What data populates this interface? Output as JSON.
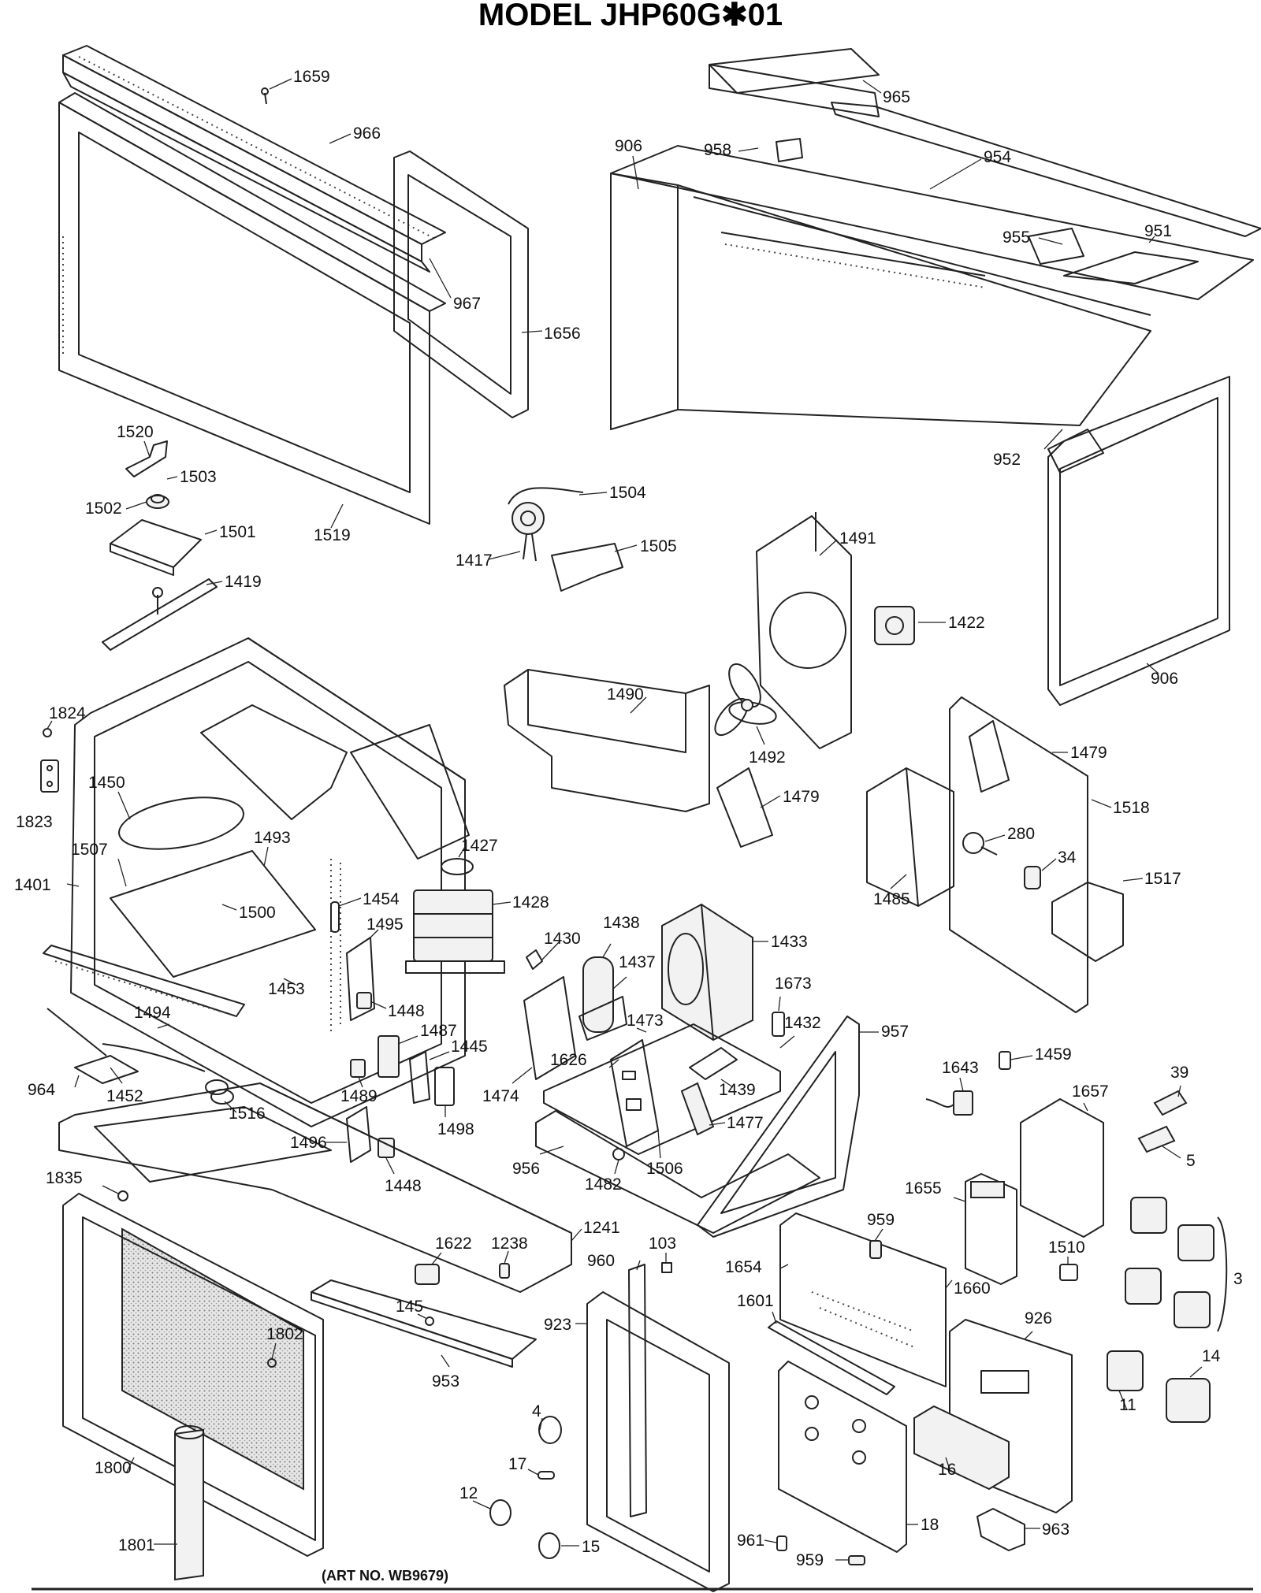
{
  "header": {
    "model_title": "MODEL JHP60G✱01"
  },
  "footer": {
    "art_number": "(ART NO. WB9679)"
  },
  "callouts": {
    "p1659": "1659",
    "p966": "966",
    "p1656": "1656",
    "p967": "967",
    "p965": "965",
    "p906a": "906",
    "p958": "958",
    "p954": "954",
    "p955": "955",
    "p951": "951",
    "p952": "952",
    "p906b": "906",
    "p1520": "1520",
    "p1503": "1503",
    "p1502": "1502",
    "p1501": "1501",
    "p1419": "1419",
    "p1519": "1519",
    "p1504": "1504",
    "p1417": "1417",
    "p1505": "1505",
    "p1491": "1491",
    "p1422": "1422",
    "p1490": "1490",
    "p1492": "1492",
    "p1479a": "1479",
    "p1479b": "1479",
    "p1518": "1518",
    "p280": "280",
    "p34": "34",
    "p1485": "1485",
    "p1517": "1517",
    "p1824": "1824",
    "p1823": "1823",
    "p1450": "1450",
    "p1507": "1507",
    "p1401": "1401",
    "p1493": "1493",
    "p1500": "1500",
    "p1427": "1427",
    "p1454": "1454",
    "p1495": "1495",
    "p1428": "1428",
    "p1453": "1453",
    "p1448a": "1448",
    "p1430": "1430",
    "p1438": "1438",
    "p1437": "1437",
    "p1433": "1433",
    "p1673": "1673",
    "p1432": "1432",
    "p957": "957",
    "p1494": "1494",
    "p1487": "1487",
    "p1445": "1445",
    "p1473": "1473",
    "p964": "964",
    "p1452": "1452",
    "p1516": "1516",
    "p1489": "1489",
    "p1474": "1474",
    "p1626": "1626",
    "p1439": "1439",
    "p1477": "1477",
    "p1498": "1498",
    "p1643": "1643",
    "p1459": "1459",
    "p1657": "1657",
    "p39": "39",
    "p1496": "1496",
    "p956": "956",
    "p1482": "1482",
    "p1506": "1506",
    "p1448b": "1448",
    "p5": "5",
    "p1835": "1835",
    "p1655": "1655",
    "p959a": "959",
    "p1241": "1241",
    "p1622": "1622",
    "p1238": "1238",
    "p103": "103",
    "p960": "960",
    "p1654": "1654",
    "p1510": "1510",
    "p1660": "1660",
    "p3": "3",
    "p145": "145",
    "p923": "923",
    "p1601": "1601",
    "p926": "926",
    "p1802": "1802",
    "p953": "953",
    "p14": "14",
    "p11": "11",
    "p4": "4",
    "p17": "17",
    "p1800": "1800",
    "p12": "12",
    "p16": "16",
    "p963": "963",
    "p1801": "1801",
    "p15": "15",
    "p961": "961",
    "p959b": "959",
    "p18": "18"
  }
}
